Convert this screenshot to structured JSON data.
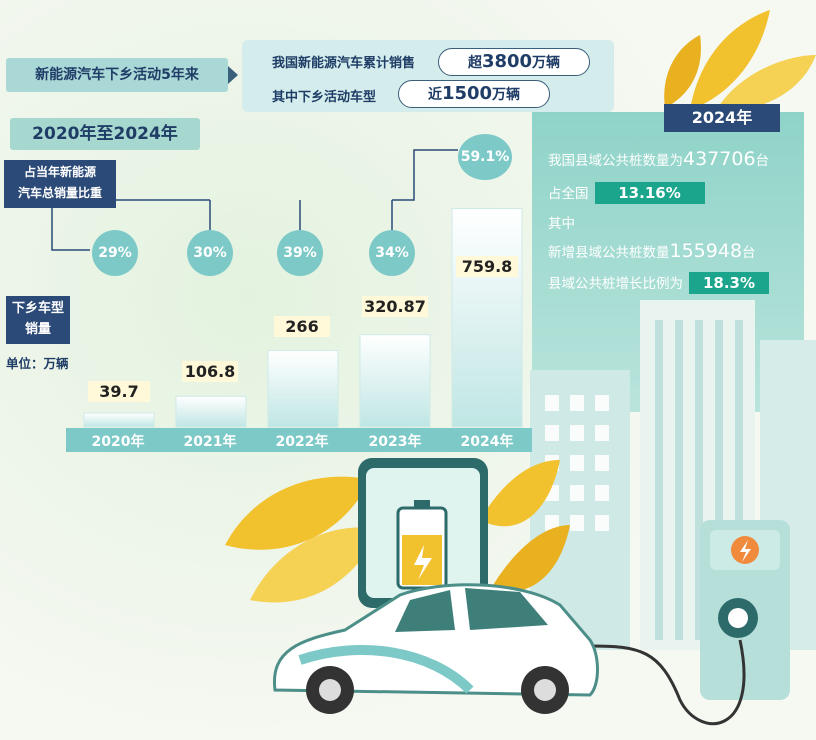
{
  "header": {
    "intro": "新能源汽车下乡活动5年来",
    "line1_label": "我国新能源汽车累计销售",
    "line1_prefix": "超",
    "line1_value": "3800",
    "line1_unit": "万辆",
    "line2_label": "其中下乡活动车型",
    "line2_prefix": "近",
    "line2_value": "1500",
    "line2_unit": "万辆"
  },
  "period_label": "2020年至2024年",
  "share_label_1": "占当年新能源",
  "share_label_2": "汽车总销量比重",
  "sales_label_1": "下乡车型",
  "sales_label_2": "销量",
  "unit_label": "单位：万辆",
  "chart_data": {
    "type": "bar",
    "categories": [
      "2020年",
      "2021年",
      "2022年",
      "2023年",
      "2024年"
    ],
    "values": [
      39.7,
      106.8,
      266,
      320.87,
      759.8
    ],
    "value_labels": [
      "39.7",
      "106.8",
      "266",
      "320.87",
      "759.8"
    ],
    "share_labels": [
      "29%",
      "30%",
      "39%",
      "34%",
      "59.1%"
    ],
    "share_values": [
      29,
      30,
      39,
      34,
      59.1
    ],
    "ylim": [
      0,
      800
    ],
    "grid": false,
    "legend": "none"
  },
  "panel2024": {
    "year": "2024年",
    "county_piles_label": "我国县域公共桩数量为",
    "county_piles_value": "437706",
    "county_piles_unit": "台",
    "national_share_label": "占全国",
    "national_share_value": "13.16%",
    "among_label": "其中",
    "new_piles_label": "新增县域公共桩数量",
    "new_piles_value": "155948",
    "new_piles_unit": "台",
    "growth_label": "县域公共桩增长比例为",
    "growth_value": "18.3%"
  },
  "colors": {
    "teal": "#7cc9c7",
    "navy": "#2b4a78",
    "green": "#1aa58c",
    "leaf": "#f2c12e"
  }
}
